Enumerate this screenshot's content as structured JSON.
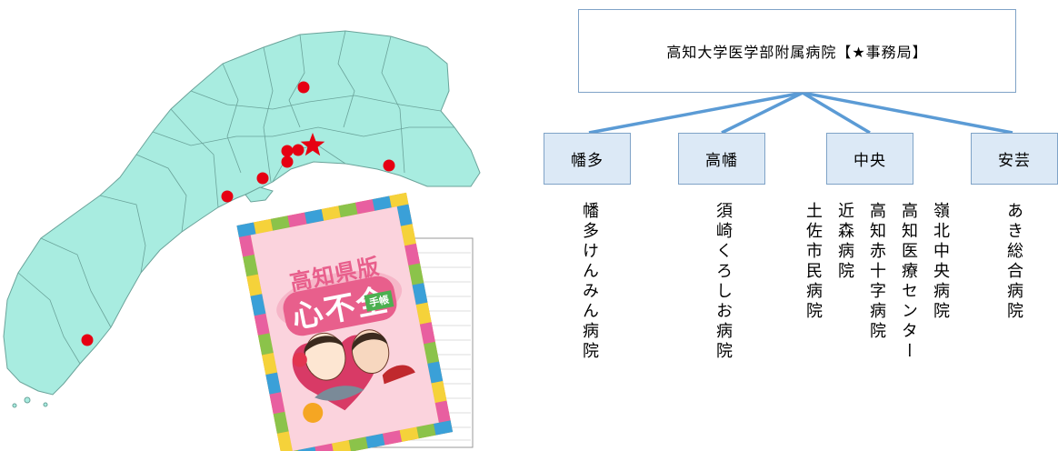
{
  "headquarters": {
    "label": "高知大学医学部附属病院【★事務局】"
  },
  "regions": [
    {
      "name": "幡多",
      "hospitals": [
        "幡多けんみん病院"
      ]
    },
    {
      "name": "高幡",
      "hospitals": [
        "須崎くろしお病院"
      ]
    },
    {
      "name": "中央",
      "hospitals": [
        "土佐市民病院",
        "近森病院",
        "高知赤十字病院",
        "高知医療センター",
        "嶺北中央病院"
      ]
    },
    {
      "name": "安芸",
      "hospitals": [
        "あき総合病院"
      ]
    }
  ],
  "pamphlet": {
    "title_line1": "高知県版",
    "title_line2": "心不全",
    "badge": "手帳"
  },
  "colors": {
    "map_fill": "#a8ece0",
    "map_stroke": "#6aa39a",
    "marker": "#e60012",
    "connector": "#5b9bd5",
    "region_fill": "#dce9f6",
    "box_border": "#7fa3c7"
  }
}
